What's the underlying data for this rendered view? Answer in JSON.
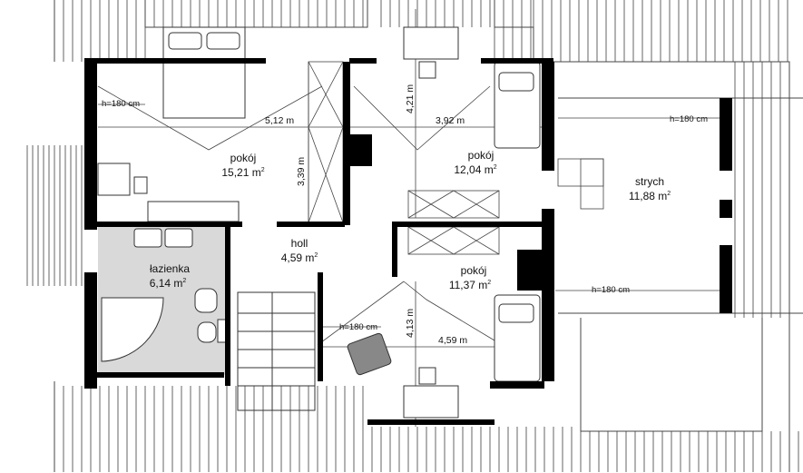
{
  "rooms": {
    "pokoj1": {
      "name": "pokój",
      "area": "15,21 m",
      "sup": "2"
    },
    "pokoj2": {
      "name": "pokój",
      "area": "12,04 m",
      "sup": "2"
    },
    "pokoj3": {
      "name": "pokój",
      "area": "11,37 m",
      "sup": "2"
    },
    "strych": {
      "name": "strych",
      "area": "11,88 m",
      "sup": "2"
    },
    "lazienka": {
      "name": "łazienka",
      "area": "6,14 m",
      "sup": "2"
    },
    "holl": {
      "name": "holl",
      "area": "4,59 m",
      "sup": "2"
    }
  },
  "dimensions": {
    "d1": "5,12 m",
    "d2": "3,39 m",
    "d3": "4,21 m",
    "d4": "3,92 m",
    "d5": "4,13 m",
    "d6": "4,59 m"
  },
  "heights": {
    "h1": "h=180 cm",
    "h2": "h=180 cm",
    "h3": "h=180 cm",
    "h4": "h=180 cm"
  },
  "colors": {
    "wall": "#000000",
    "bathroom_fill": "#d9d9d9",
    "roof_line": "#555555",
    "thin_line": "#333333"
  }
}
